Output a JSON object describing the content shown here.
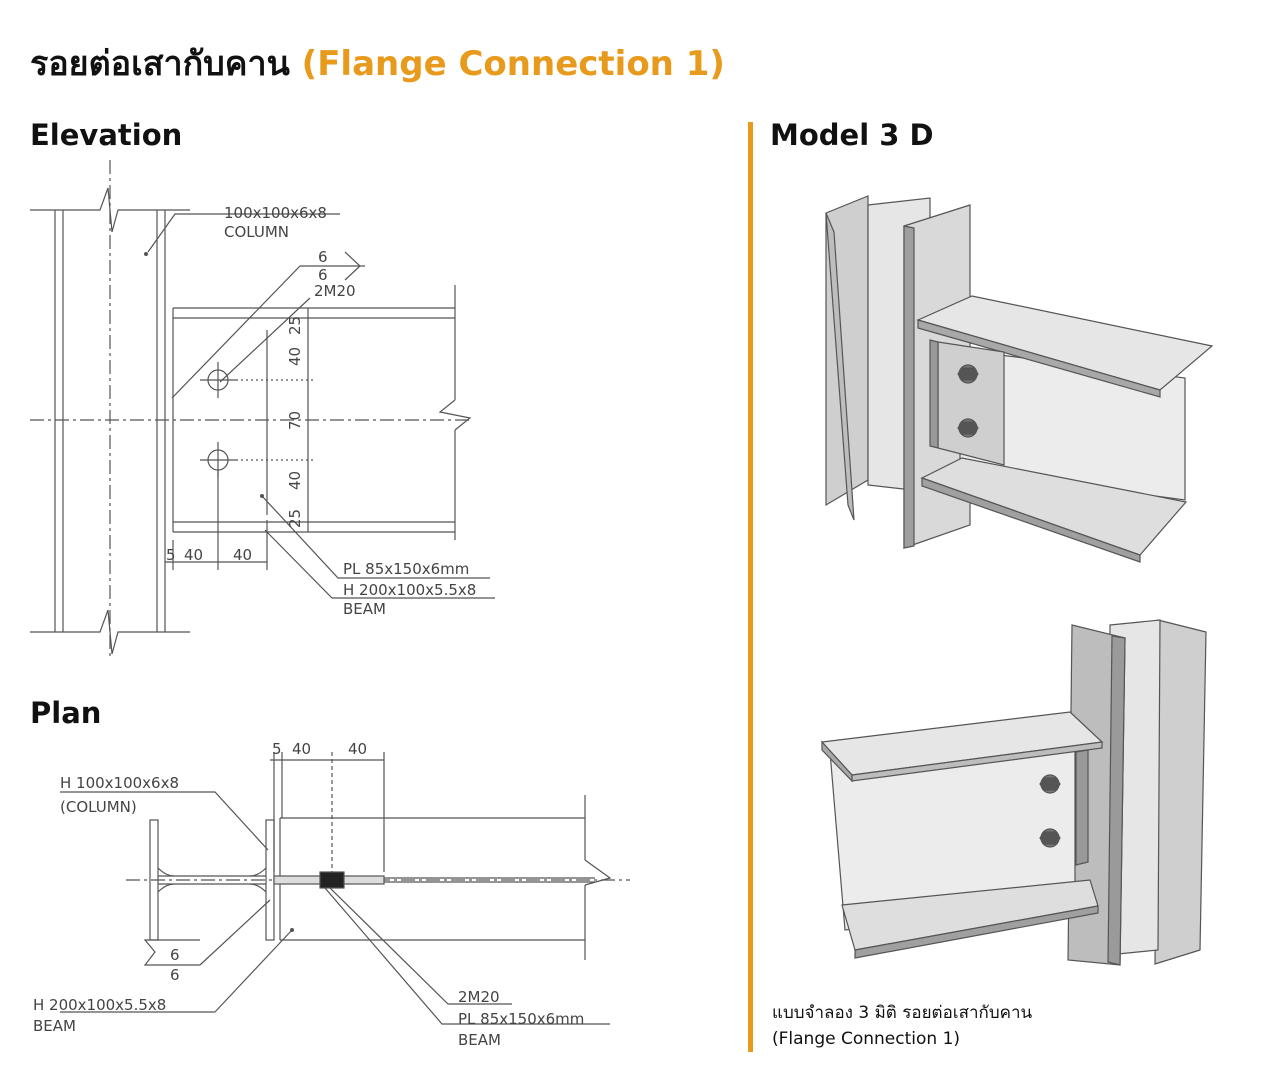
{
  "title": {
    "main": "รอยต่อเสากับคาน",
    "sub": "(Flange Connection 1)"
  },
  "headings": {
    "elevation": "Elevation",
    "plan": "Plan",
    "model": "Model 3 D"
  },
  "elevation": {
    "column_label_1": "100x100x6x8",
    "column_label_2": "COLUMN",
    "weld_top": "6",
    "weld_bottom": "6",
    "bolt_label": "2M20",
    "dims_vertical": [
      "25",
      "40",
      "70",
      "40",
      "25"
    ],
    "dims_horizontal": [
      "5",
      "40",
      "40"
    ],
    "plate_label": "PL 85x150x6mm",
    "beam_label_1": "H 200x100x5.5x8",
    "beam_label_2": "BEAM"
  },
  "plan": {
    "column_label_1": "H 100x100x6x8",
    "column_label_2": "(COLUMN)",
    "dims_horizontal": [
      "5",
      "40",
      "40"
    ],
    "weld_top": "6",
    "weld_bottom": "6",
    "beam_label_1": "H 200x100x5.5x8",
    "beam_label_2": "BEAM",
    "bolt_label": "2M20",
    "plate_label": "PL 85x150x6mm",
    "plate_beam_label": "BEAM"
  },
  "caption": {
    "line1": "แบบจำลอง 3 มิติ รอยต่อเสากับคาน",
    "line2": "(Flange Connection 1)"
  },
  "colors": {
    "accent": "#e89a1c",
    "steel_light": "#ececec",
    "steel_mid": "#c8c8c8",
    "steel_dark": "#8e8e8e"
  }
}
